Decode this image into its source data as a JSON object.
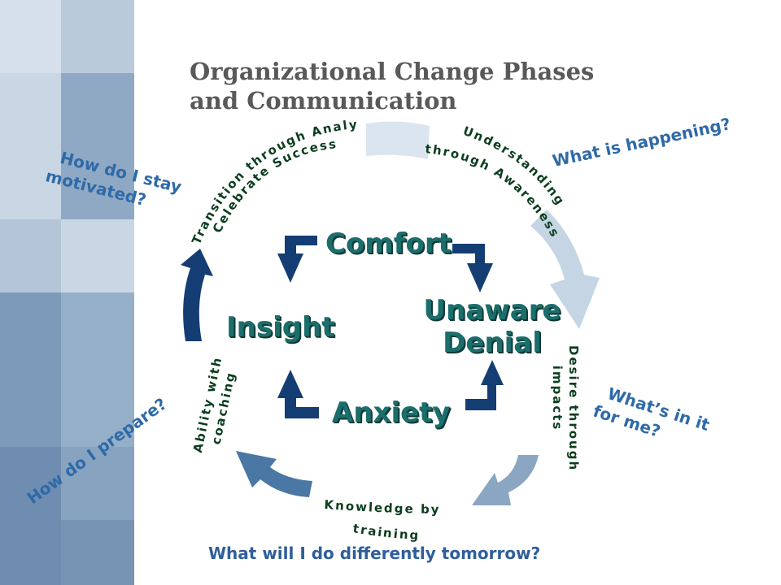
{
  "title": {
    "line1": "Organizational Change Phases",
    "line2": "and Communication"
  },
  "phases": {
    "comfort": "Comfort",
    "unaware": "Unaware",
    "denial": "Denial",
    "anxiety": "Anxiety",
    "insight": "Insight"
  },
  "arc_labels": {
    "transition": {
      "line1": "Transition through Analysis",
      "line2": "Celebrate Success!"
    },
    "understanding": {
      "line1": "Understanding",
      "line2": "through Awareness"
    },
    "desire": {
      "line1": "Desire through",
      "line2": "impacts"
    },
    "knowledge": {
      "line1": "Knowledge by",
      "line2": "training"
    },
    "ability": {
      "line1": "Ability with",
      "line2": "coaching"
    }
  },
  "questions": {
    "motivated_1": "How do I stay",
    "motivated_2": "motivated?",
    "happening": "What is happening?",
    "in_it_1": "What’s in it",
    "in_it_2": "for me?",
    "prepare": "How do I prepare?",
    "tomorrow": "What will I do differently tomorrow?"
  },
  "colors": {
    "navy": "#143e73",
    "steel": "#4d7aa6",
    "light_steel": "#9ab6cf",
    "pale": "#dbe5ef",
    "teal_text": "#1b6e6b",
    "question_blue": "#2f6aa8"
  }
}
